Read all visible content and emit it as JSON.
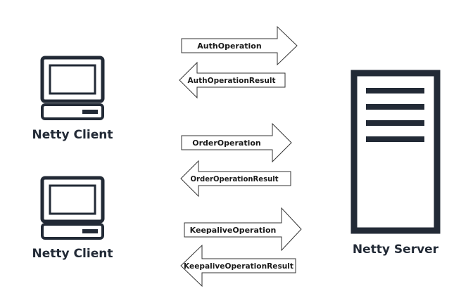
{
  "clients": [
    {
      "label": "Netty Client",
      "icon": "computer-icon"
    },
    {
      "label": "Netty Client",
      "icon": "computer-icon"
    }
  ],
  "server": {
    "label": "Netty Server",
    "icon": "server-icon"
  },
  "messages": [
    {
      "label": "AuthOperation",
      "direction": "right"
    },
    {
      "label": "AuthOperationResult",
      "direction": "left"
    },
    {
      "label": "OrderOperation",
      "direction": "right"
    },
    {
      "label": "OrderOperationResult",
      "direction": "left"
    },
    {
      "label": "KeepaliveOperation",
      "direction": "right"
    },
    {
      "label": "KeepaliveOperationResult",
      "direction": "left"
    }
  ],
  "colors": {
    "icon": "#222a36",
    "arrow_stroke": "#333333",
    "arrow_fill": "#ffffff"
  }
}
